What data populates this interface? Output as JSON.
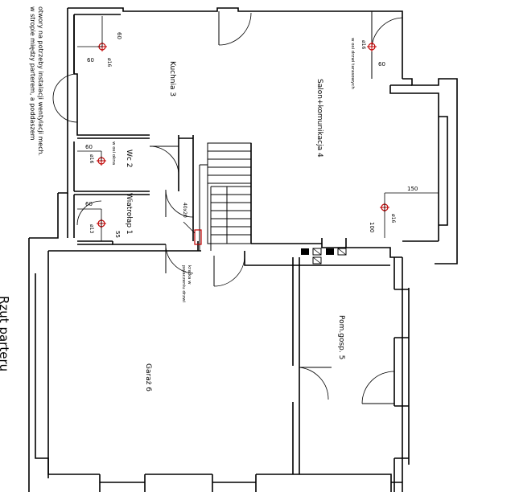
{
  "plan": {
    "title": "Rzut parteru",
    "note_lines": [
      "otwory na potrzeby instalacji wentylacji mech.",
      "w stropie między parterem, a poddaszem"
    ],
    "rooms": [
      {
        "id": "kuchnia",
        "name": "Kuchnia  3"
      },
      {
        "id": "salon",
        "name": "Salon+komunikacja  4"
      },
      {
        "id": "wc",
        "name": "Wc  2"
      },
      {
        "id": "wiatrolap",
        "name": "Wiatrołap  1"
      },
      {
        "id": "garaz",
        "name": "Garaż  6"
      },
      {
        "id": "pom",
        "name": "Pom.gosp.  5"
      }
    ],
    "vents": [
      {
        "id": "kuchnia",
        "dia": "ø16",
        "dim_a": "60",
        "dim_b": "60"
      },
      {
        "id": "salon-door",
        "dia": "ø16",
        "note": "w osi drzwi tarasowych",
        "dim_a": "60"
      },
      {
        "id": "wc",
        "dia": "ø16",
        "note": "w osi okna",
        "dim_a": "60"
      },
      {
        "id": "wiatrolap",
        "dia": "ø13",
        "dim_a": "60",
        "dim_b": "55"
      },
      {
        "id": "salon",
        "dia": "ø16",
        "dim_a": "150",
        "dim_b": "100"
      }
    ],
    "door_note_lines": [
      "kratka w",
      "połaczeniu drzwi"
    ],
    "door_dim": "40x20"
  }
}
